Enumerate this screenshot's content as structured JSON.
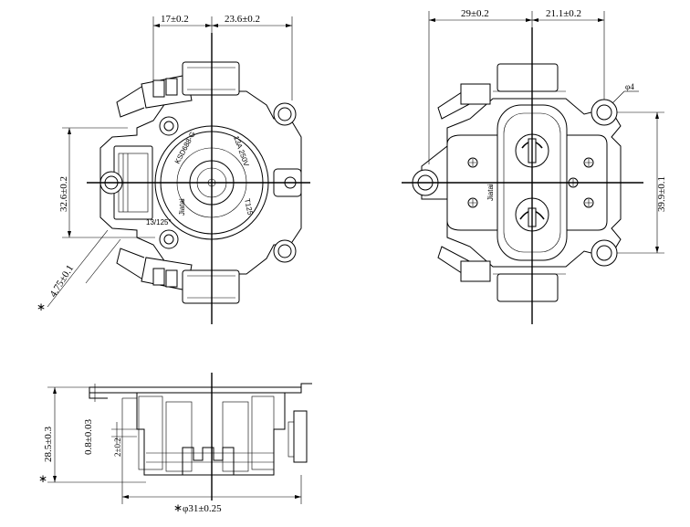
{
  "front_view": {
    "dim_left_width": "17±0.2",
    "dim_right_width": "23.6±0.2",
    "dim_hole_spacing": "32.6±0.2",
    "dim_terminal_spacing": "4.75±0.1",
    "star_marker": "∗",
    "body_marking_model": "KSD688-G",
    "body_marking_rating": "13A 250V",
    "body_marking_temp": "13/125°",
    "body_marking_code": "T125",
    "body_marking_brand": "Jiatai"
  },
  "rear_view": {
    "dim_left_width": "29±0.2",
    "dim_right_width": "21.1±0.2",
    "dim_hole_diameter": "φ4",
    "dim_hole_spacing": "39.9±0.1",
    "body_marking_brand": "Jiatai"
  },
  "side_view": {
    "dim_total_height": "28.5±0.3",
    "dim_plate_thickness": "0.8±0.03",
    "dim_step_height": "2±0.2",
    "dim_diameter": "φ31±0.25",
    "star_marker": "∗"
  }
}
